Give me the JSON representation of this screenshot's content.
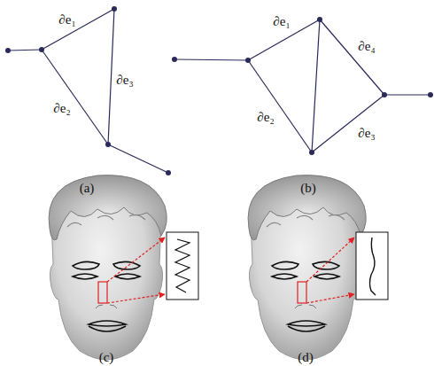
{
  "diagram": {
    "labels": [
      "∂e₁",
      "∂e₂",
      "∂e₃",
      "(a)",
      "∂e₁",
      "∂e₂",
      "∂e₄",
      "∂e₃",
      "(b)",
      "(c)",
      "(d)"
    ]
  }
}
